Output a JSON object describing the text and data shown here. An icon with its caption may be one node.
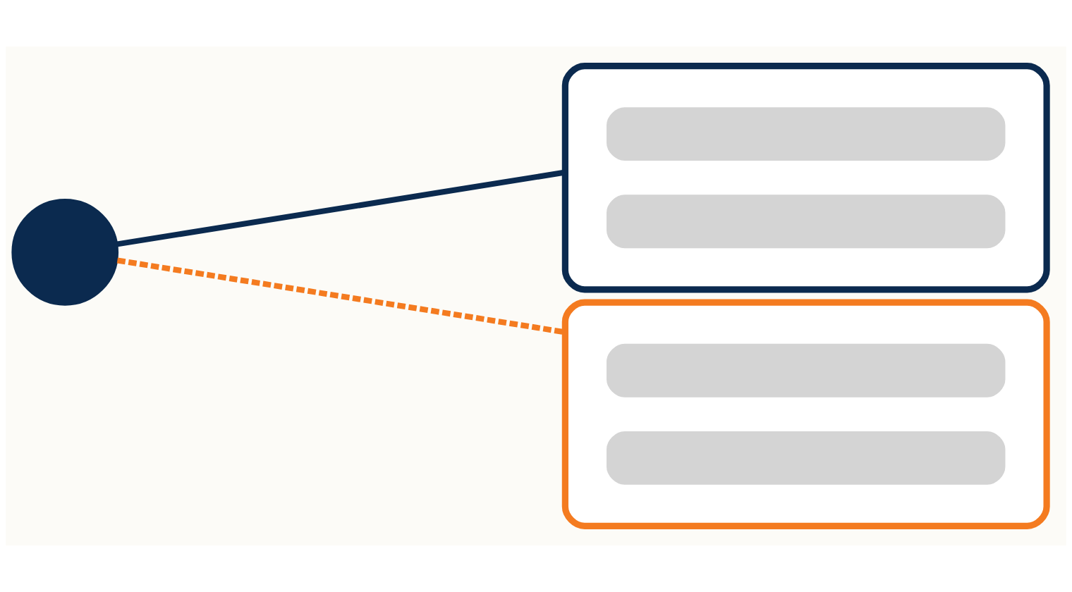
{
  "diagram": {
    "nodes": [
      {
        "text": [],
        "shape": "circle"
      },
      {
        "text": [],
        "shape": "box"
      },
      {
        "text": [],
        "shape": "bar",
        "in": 1
      },
      {
        "text": [],
        "shape": "bar",
        "in": 1
      },
      {
        "text": [],
        "shape": "box"
      },
      {
        "text": [],
        "shape": "bar",
        "in": 4
      },
      {
        "text": [],
        "shape": "bar",
        "in": 4
      }
    ],
    "edges": [
      {
        "from": 0,
        "to": 1,
        "arrow": "none"
      },
      {
        "from": 0,
        "to": 4,
        "arrow": "none",
        "style": "dashed",
        "color": "#f47b20"
      }
    ]
  }
}
